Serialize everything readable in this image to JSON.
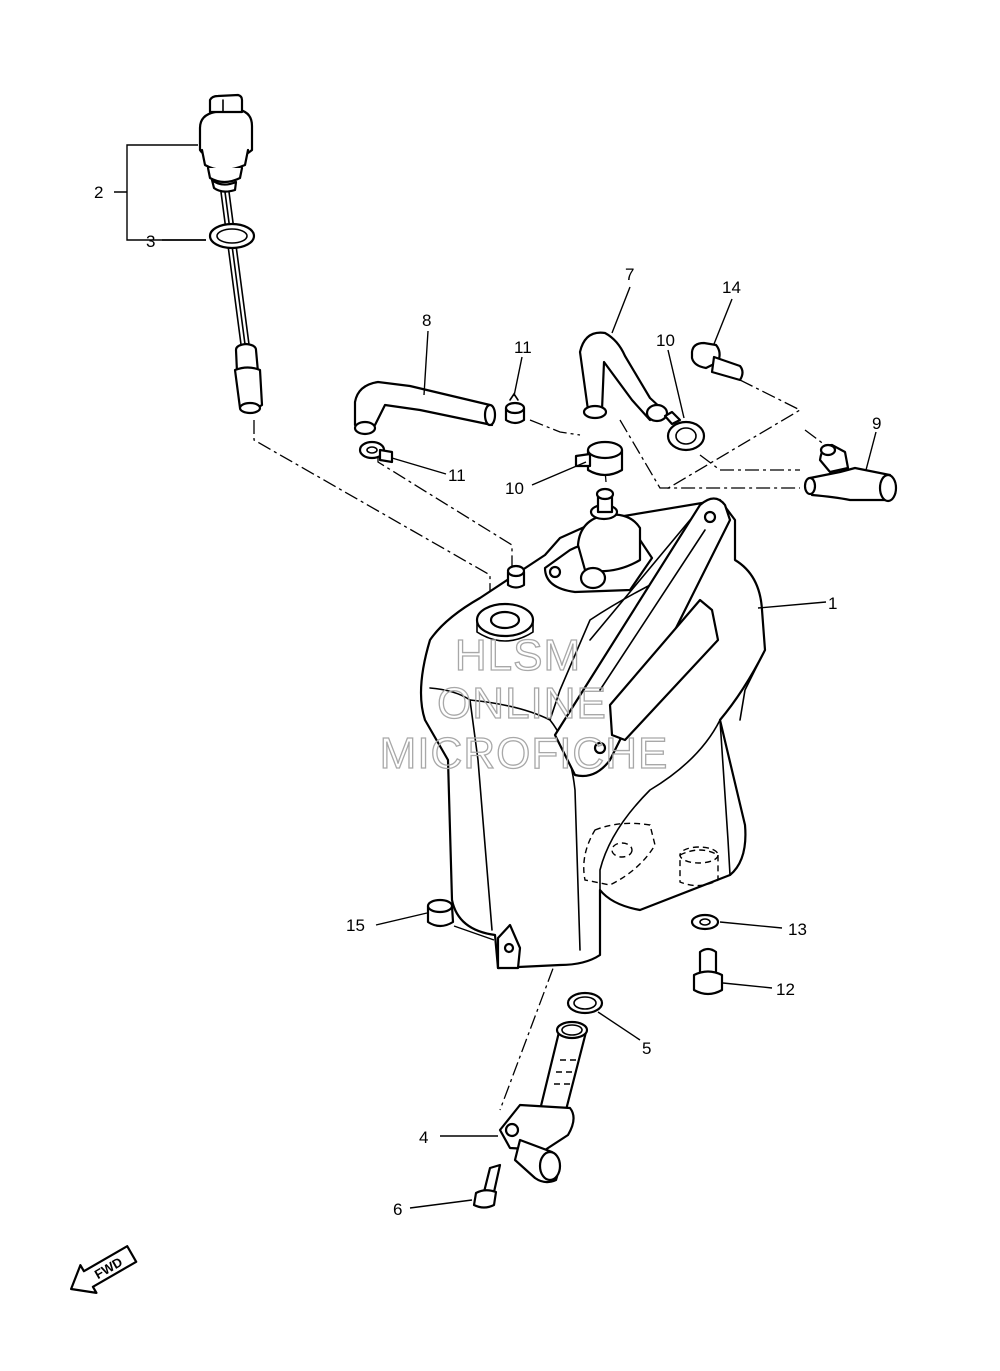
{
  "watermark": {
    "line1": "HLSM",
    "line2": "ONLINE",
    "line3": "MICROFICHE"
  },
  "fwd_label": "FWD",
  "callouts": {
    "c1": "1",
    "c2": "2",
    "c3": "3",
    "c4": "4",
    "c5": "5",
    "c6": "6",
    "c7": "7",
    "c8": "8",
    "c9": "9",
    "c10a": "10",
    "c10b": "10",
    "c11a": "11",
    "c11b": "11",
    "c12": "12",
    "c13": "13",
    "c14": "14",
    "c15": "15"
  }
}
